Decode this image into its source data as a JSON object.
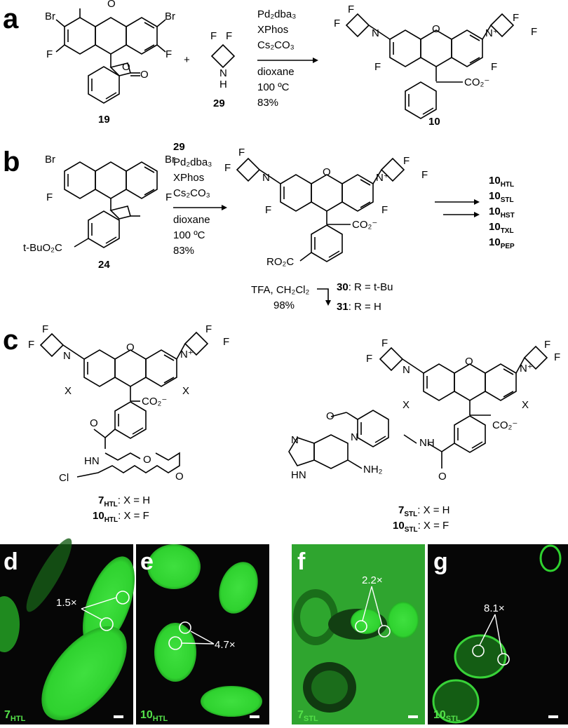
{
  "panels": {
    "a": {
      "letter": "a",
      "reactant1": {
        "id": "19",
        "Br": "Br",
        "F": "F",
        "O": "O"
      },
      "plus": "+",
      "reactant2": {
        "id": "29",
        "F": "F",
        "N": "N",
        "H": "H"
      },
      "reagents": [
        "Pd₂dba₃",
        "XPhos",
        "Cs₂CO₃",
        "dioxane",
        "100 ºC",
        "83%"
      ],
      "product": {
        "id": "10",
        "F": "F",
        "N": "N",
        "Nplus": "N⁺",
        "O": "O",
        "carboxylate": "CO₂⁻"
      }
    },
    "b": {
      "letter": "b",
      "reactant": {
        "id": "24",
        "Br": "Br",
        "F": "F",
        "ester": "t-BuO₂C"
      },
      "reagents": [
        "29",
        "Pd₂dba₃",
        "XPhos",
        "Cs₂CO₃",
        "dioxane",
        "100 ºC",
        "83%"
      ],
      "product": {
        "RO2C": "RO₂C",
        "carboxylate": "CO₂⁻"
      },
      "deprotection": {
        "conditions": "TFA, CH₂Cl₂",
        "yield": "98%",
        "from": "30: R = t-Bu",
        "from_id": "30",
        "from_text": ": R = t-Bu",
        "to_id": "31",
        "to_text": ": R = H"
      },
      "derivatives": [
        {
          "base": "10",
          "sub": "HTL"
        },
        {
          "base": "10",
          "sub": "STL"
        },
        {
          "base": "10",
          "sub": "HST"
        },
        {
          "base": "10",
          "sub": "TXL"
        },
        {
          "base": "10",
          "sub": "PEP"
        }
      ]
    },
    "c": {
      "letter": "c",
      "left": {
        "X": "X",
        "F": "F",
        "carboxylate": "CO₂⁻",
        "linker": [
          "HN",
          "O",
          "O",
          "Cl"
        ],
        "labels": [
          {
            "base": "7",
            "sub": "HTL",
            "text": ": X = H"
          },
          {
            "base": "10",
            "sub": "HTL",
            "text": ": X = F"
          }
        ]
      },
      "right": {
        "X": "X",
        "F": "F",
        "carboxylate": "CO₂⁻",
        "linker": [
          "O",
          "NH",
          "O",
          "N",
          "N",
          "HN",
          "NH₂"
        ],
        "labels": [
          {
            "base": "7",
            "sub": "STL",
            "text": ": X = H"
          },
          {
            "base": "10",
            "sub": "STL",
            "text": ": X = F"
          }
        ]
      }
    }
  },
  "micrographs": [
    {
      "letter": "d",
      "ratio": "1.5×",
      "base": "7",
      "sub": "HTL"
    },
    {
      "letter": "e",
      "ratio": "4.7×",
      "base": "10",
      "sub": "HTL"
    },
    {
      "letter": "f",
      "ratio": "2.2×",
      "base": "7",
      "sub": "STL"
    },
    {
      "letter": "g",
      "ratio": "8.1×",
      "base": "10",
      "sub": "STL"
    }
  ],
  "colors": {
    "fluor": "#39d33a",
    "fluor_dim": "#1c7a1e",
    "bg_dark": "#070707",
    "bg_green": "#2fa52f"
  }
}
